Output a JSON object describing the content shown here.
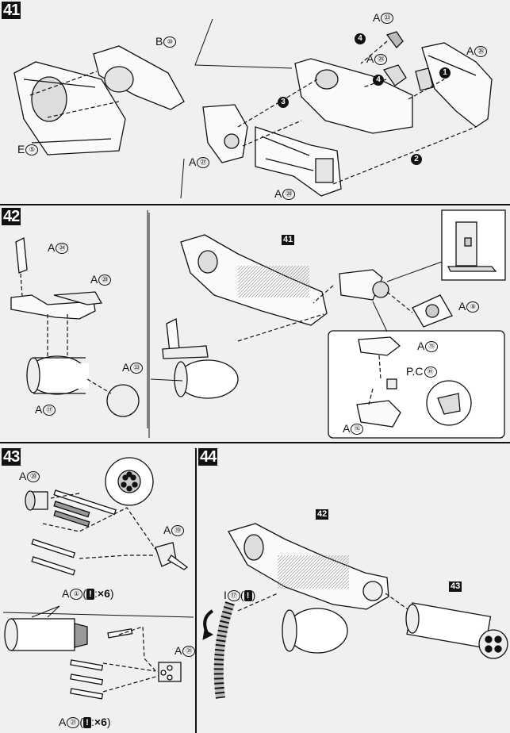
{
  "steps": [
    {
      "number": "41"
    },
    {
      "number": "42"
    },
    {
      "number": "43"
    },
    {
      "number": "44"
    }
  ],
  "step41": {
    "labels": {
      "b10": {
        "letter": "B",
        "num": "⑩"
      },
      "e5": {
        "letter": "E",
        "num": "⑤"
      },
      "a23": {
        "letter": "A",
        "num": "㉓"
      },
      "a25": {
        "letter": "A",
        "num": "㉕"
      },
      "a26": {
        "letter": "A",
        "num": "㉖"
      },
      "a27": {
        "letter": "A",
        "num": "㉗"
      },
      "a28": {
        "letter": "A",
        "num": "㉘"
      }
    },
    "order": [
      "1",
      "2",
      "3",
      "4",
      "4"
    ]
  },
  "step42": {
    "ref_box": "41",
    "labels": {
      "a24": {
        "letter": "A",
        "num": "㉔"
      },
      "a29": {
        "letter": "A",
        "num": "㉙"
      },
      "a33": {
        "letter": "A",
        "num": "㉝"
      },
      "a17": {
        "letter": "A",
        "num": "⑰"
      },
      "a9": {
        "letter": "A",
        "num": "⑨"
      },
      "a15": {
        "letter": "A",
        "num": "⑮"
      },
      "a16": {
        "letter": "A",
        "num": "⑯"
      },
      "pch": {
        "letter": "P.C",
        "num": "Ⓗ"
      }
    }
  },
  "step43": {
    "labels": {
      "a20": {
        "letter": "A",
        "num": "⑳"
      },
      "a19": {
        "letter": "A",
        "num": "⑲"
      },
      "a1": {
        "letter": "A",
        "num": "①",
        "mult": "×6"
      },
      "a31": {
        "letter": "A",
        "num": "㉛"
      },
      "a21": {
        "letter": "A",
        "num": "㉑",
        "mult": "×6"
      }
    },
    "warn": "!"
  },
  "step44": {
    "ref_box_a": "42",
    "ref_box_b": "43",
    "labels": {
      "i17": {
        "letter": "I",
        "num": "⑰"
      }
    },
    "warn": "!"
  }
}
